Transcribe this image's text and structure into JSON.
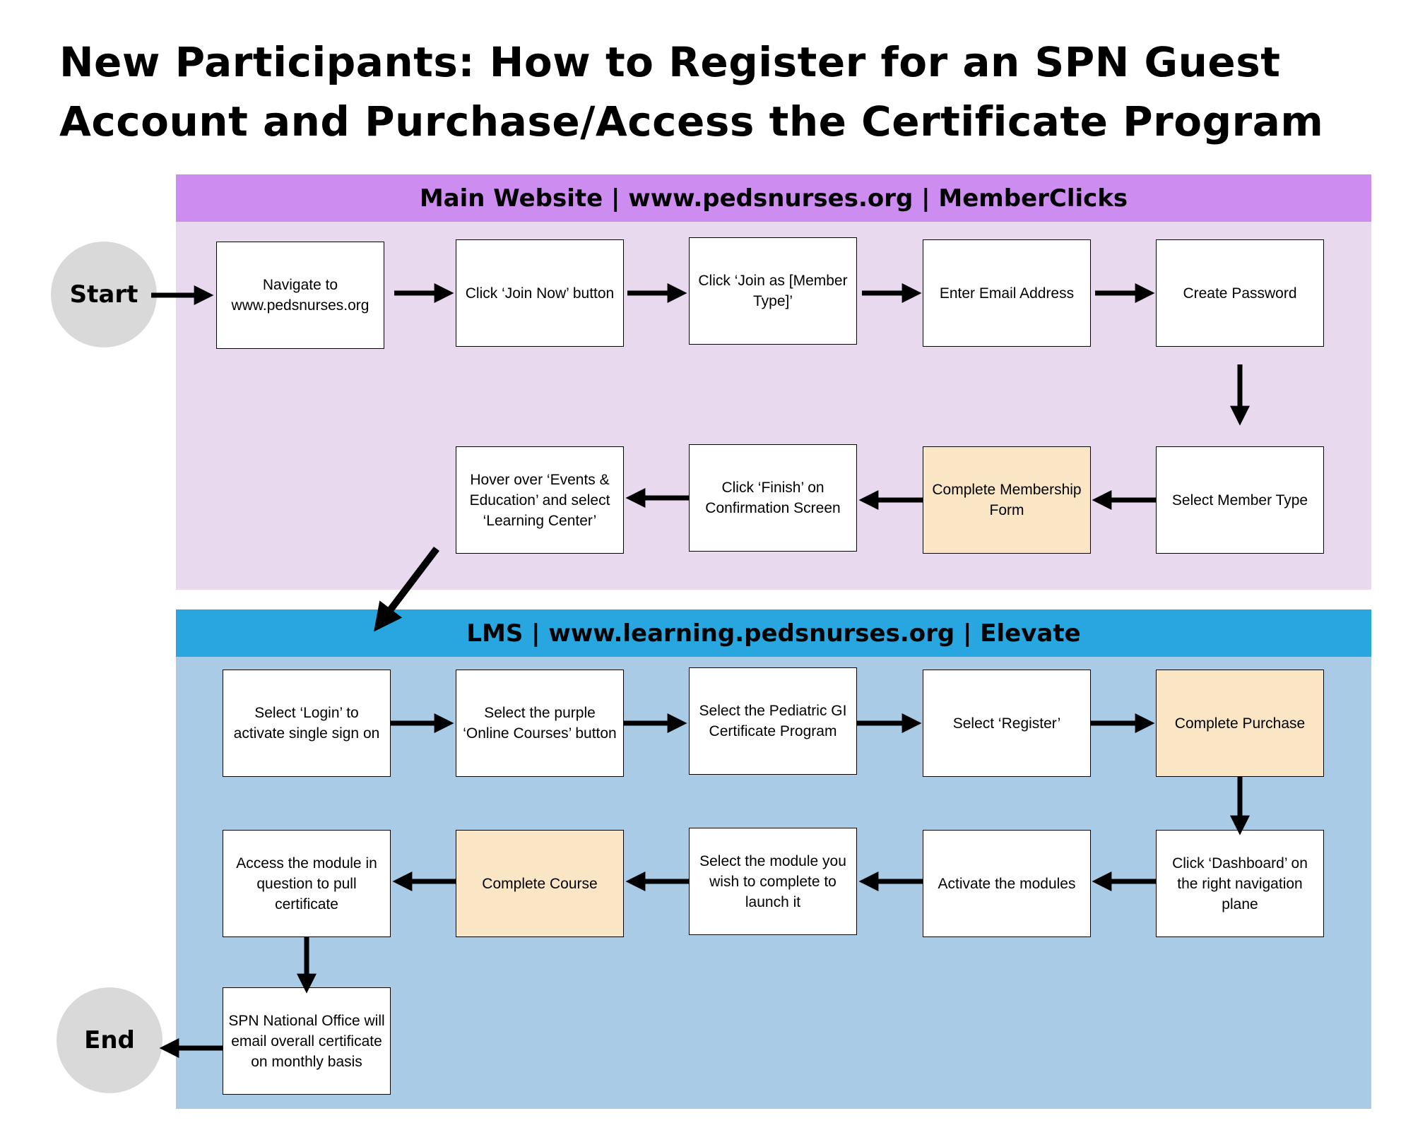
{
  "title": "New Participants: How to Register for an SPN Guest Account and Purchase/Access the Certificate Program",
  "lanes": {
    "main": {
      "header": "Main Website | www.pedsnurses.org | MemberClicks"
    },
    "lms": {
      "header": "LMS | www.learning.pedsnurses.org | Elevate"
    }
  },
  "terminals": {
    "start": "Start",
    "end": "End"
  },
  "steps": {
    "s1": "Navigate to www.pedsnurses.org",
    "s2": "Click ‘Join Now’ button",
    "s3": "Click ‘Join as [Member Type]’",
    "s4": "Enter Email Address",
    "s5": "Create Password",
    "s6": "Select Member Type",
    "s7": "Complete Membership Form",
    "s8": "Click ‘Finish’ on Confirmation Screen",
    "s9": "Hover over ‘Events & Education’ and select ‘Learning Center’",
    "l1": "Select ‘Login’ to activate single sign on",
    "l2": "Select the purple ‘Online Courses’ button",
    "l3": "Select the Pediatric GI Certificate Program",
    "l4": "Select ‘Register’",
    "l5": "Complete Purchase",
    "l6": "Click ‘Dashboard’ on the right navigation plane",
    "l7": "Activate the modules",
    "l8": "Select the module you wish to complete to launch it",
    "l9": "Complete Course",
    "l10": "Access the module in question to pull certificate",
    "l11": "SPN National Office will email overall certificate on monthly basis"
  },
  "colors": {
    "main_header": "#cd8cf0",
    "main_lane": "#e8d9ee",
    "lms_header": "#28a6e0",
    "lms_lane": "#a9cbe6",
    "highlight": "#fae6c4",
    "terminal": "#d9d9d9"
  }
}
